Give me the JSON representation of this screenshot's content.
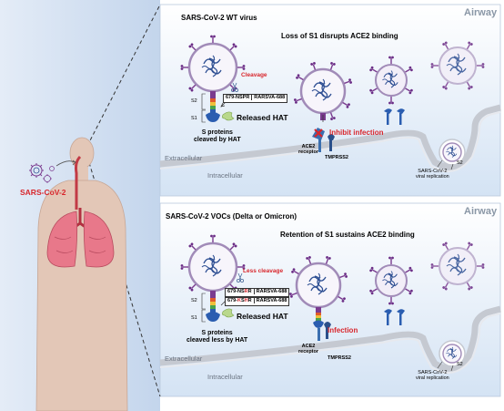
{
  "left": {
    "pathogen_label": "SARS-CoV-2"
  },
  "top": {
    "airway": "Airway",
    "title": "SARS-CoV-2 WT virus",
    "subtitle": "Loss of S1 disrupts ACE2 binding",
    "cleavage": "Cleavage",
    "seq_left": "679-NSPR",
    "seq_right": "RARSVA-688",
    "s2": "S2",
    "s1": "S1",
    "released": "Released HAT",
    "s_proteins": "S proteins\ncleaved by HAT",
    "ace2": "ACE2\nreceptor",
    "inhibit": "Inhibit infection",
    "tmprss2": "TMPRSS2",
    "extracellular": "Extracellular",
    "intracellular": "Intracellular",
    "cell_s2": "S2",
    "replication": "SARS-CoV-2\nviral replication"
  },
  "bottom": {
    "airway": "Airway",
    "title": "SARS-CoV-2 VOCs (Delta or Omicron)",
    "subtitle": "Retention of S1 sustains ACE2 binding",
    "cleavage": "Less cleavage",
    "seq1_left_a": "679-NS",
    "seq1_left_b": "R",
    "seq1_left_c": "R",
    "seq1_right": "RARSVA-688",
    "seq2_left_a": "679-",
    "seq2_left_b": "K",
    "seq2_left_c": "S",
    "seq2_left_d": "H",
    "seq2_left_e": "R",
    "seq2_right": "RARSVA-688",
    "s2": "S2",
    "s1": "S1",
    "released": "Released HAT",
    "s_proteins": "S proteins\ncleaved less by HAT",
    "ace2": "ACE2\nreceptor",
    "infection": "Infection",
    "tmprss2": "TMPRSS2",
    "extracellular": "Extracellular",
    "intracellular": "Intracellular",
    "cell_s2": "S2",
    "replication": "SARS-CoV-2\nviral replication"
  },
  "colors": {
    "panel": "#dde9f6",
    "left_bg": "#c9d9ef",
    "membrane": "#c5c9d1",
    "red": "#d8262c",
    "ace2": "#3a6fb0",
    "virus": "#2e4f93"
  }
}
